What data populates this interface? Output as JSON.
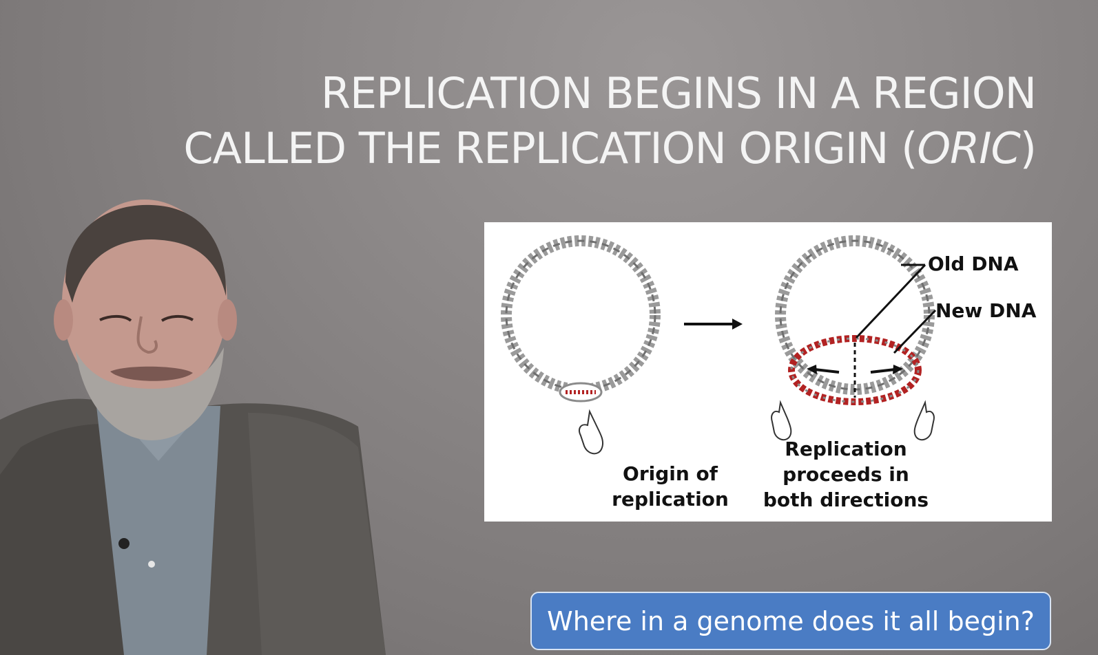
{
  "slide": {
    "title_line1": "REPLICATION BEGINS IN A REGION",
    "title_line2_prefix": "CALLED THE REPLICATION ORIGIN (",
    "title_line2_italic": "ORIC",
    "title_line2_suffix": ")"
  },
  "figure": {
    "label_origin": "Origin of replication",
    "label_proceeds": "Replication proceeds in both directions",
    "label_old_dna": "Old DNA",
    "label_new_dna": "New DNA",
    "colors": {
      "old_dna": "#8a8a8a",
      "new_dna": "#b22222"
    }
  },
  "question_banner": {
    "text": "Where in a genome does it all begin?"
  }
}
